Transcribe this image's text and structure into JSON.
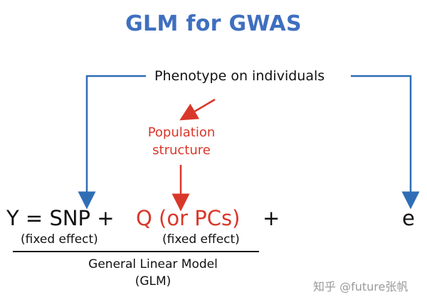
{
  "title": "GLM for GWAS",
  "phenotype_label": "Phenotype on individuals",
  "population_label": [
    "Population",
    "structure"
  ],
  "equation": {
    "y_snp": "Y = SNP + ",
    "q": "Q (or PCs)",
    "plus": " +",
    "e": "e"
  },
  "fixed_effect_1": "(fixed effect)",
  "fixed_effect_2": "(fixed effect)",
  "model_label": [
    "General Linear Model",
    "(GLM)"
  ],
  "watermark": "知乎 @future张帆",
  "colors": {
    "title": "#3f6fbf",
    "arrow_blue": "#2f6eb5",
    "arrow_red": "#d9372a",
    "text_red": "#d9372a",
    "text_black": "#111111"
  }
}
